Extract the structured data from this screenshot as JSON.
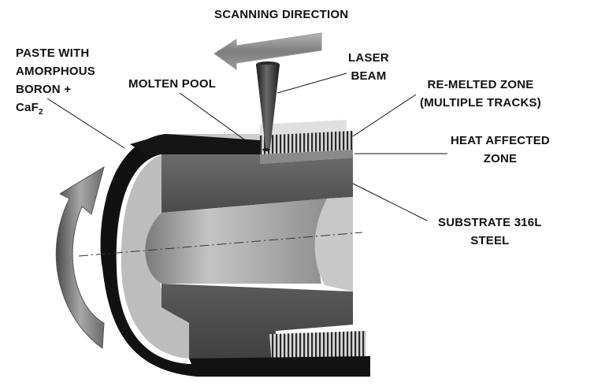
{
  "labels": {
    "scanning_direction": "SCANNING DIRECTION",
    "paste": [
      "PASTE WITH",
      "AMORPHOUS",
      "BORON +"
    ],
    "paste_formula_base": "CaF",
    "paste_formula_sub": "2",
    "molten_pool": "MOLTEN POOL",
    "laser_beam": [
      "LASER",
      "BEAM"
    ],
    "remelted_zone": [
      "RE-MELTED ZONE",
      "(MULTIPLE TRACKS)"
    ],
    "heat_affected_zone": [
      "HEAT AFFECTED",
      "ZONE"
    ],
    "substrate": [
      "SUBSTRATE 316L",
      "STEEL"
    ]
  },
  "colors": {
    "coating": "#111111",
    "substrate_face": "#bdbdbd",
    "cut_face": "#5f5f5f",
    "bore": "#a9a9a9",
    "arrow": "#8a8a8a",
    "laser": "#2b2b2b"
  }
}
